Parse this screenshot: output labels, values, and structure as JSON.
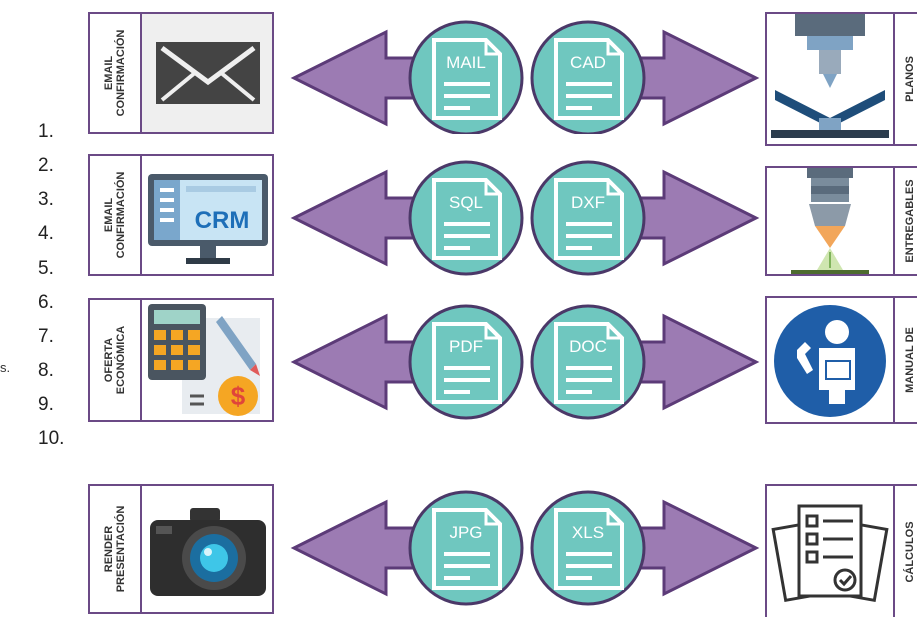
{
  "numbers": [
    "1.",
    "2.",
    "3.",
    "4.",
    "5.",
    "6.",
    "7.",
    "8.",
    "9.",
    "10."
  ],
  "stray_text": "s.",
  "colors": {
    "arrow": "#9c7bb3",
    "arrow_stroke": "#5c3b78",
    "circle": "#6fc7bf",
    "circle_stroke": "#4b3868",
    "doc": "#ffffff",
    "card_border": "#6b4a86"
  },
  "rows": [
    {
      "left_label": [
        "EMAIL",
        "CONFIRMACIÓN"
      ],
      "left_icon": "envelope-icon",
      "left_doc": "MAIL",
      "right_doc": "CAD",
      "right_label": "PLANOS",
      "right_icon": "press-machine-icon"
    },
    {
      "left_label": [
        "EMAIL",
        "CONFIRMACIÓN"
      ],
      "left_icon": "crm-monitor-icon",
      "crm_text": "CRM",
      "left_doc": "SQL",
      "right_doc": "DXF",
      "right_label": "ENTREGABLES",
      "right_icon": "nozzle-icon"
    },
    {
      "left_label": [
        "OFERTA",
        "ECONÓMICA"
      ],
      "left_icon": "calculator-invoice-icon",
      "dollar": "$",
      "left_doc": "PDF",
      "right_doc": "DOC",
      "right_label": "MANUAL DE",
      "right_icon": "manual-reader-icon"
    },
    {
      "left_label": [
        "RENDER",
        "PRESENTACIÓN"
      ],
      "left_icon": "camera-icon",
      "left_doc": "JPG",
      "right_doc": "XLS",
      "right_label": "CÁLCULOS",
      "right_icon": "checklist-documents-icon"
    }
  ]
}
